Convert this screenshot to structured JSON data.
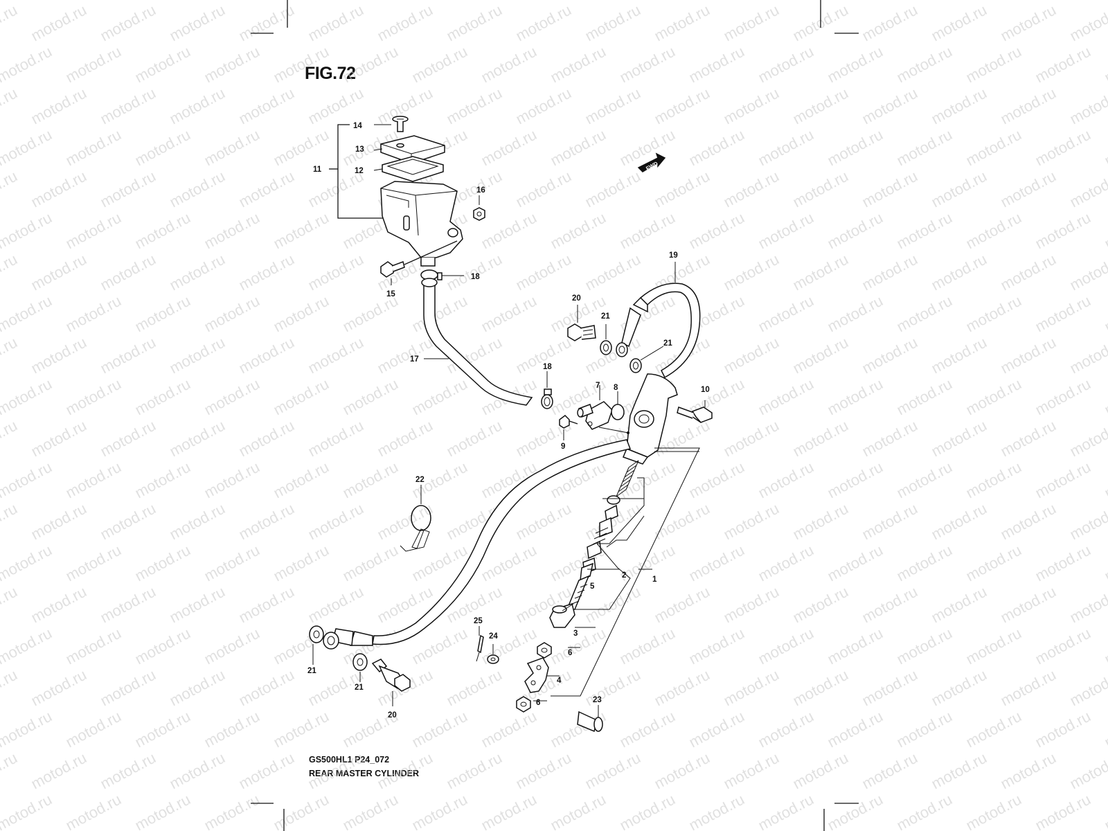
{
  "figure": {
    "title": "FIG.72"
  },
  "footer": {
    "model_code": "GS500HL1 P24_072",
    "section_name": "REAR MASTER CYLINDER"
  },
  "front_indicator": "FWD",
  "watermark": "motod.ru",
  "callouts": [
    "1",
    "2",
    "3",
    "4",
    "5",
    "6",
    "6",
    "7",
    "8",
    "9",
    "10",
    "11",
    "12",
    "13",
    "14",
    "15",
    "16",
    "17",
    "18",
    "18",
    "19",
    "20",
    "20",
    "21",
    "21",
    "21",
    "21",
    "22",
    "23",
    "24",
    "25"
  ]
}
